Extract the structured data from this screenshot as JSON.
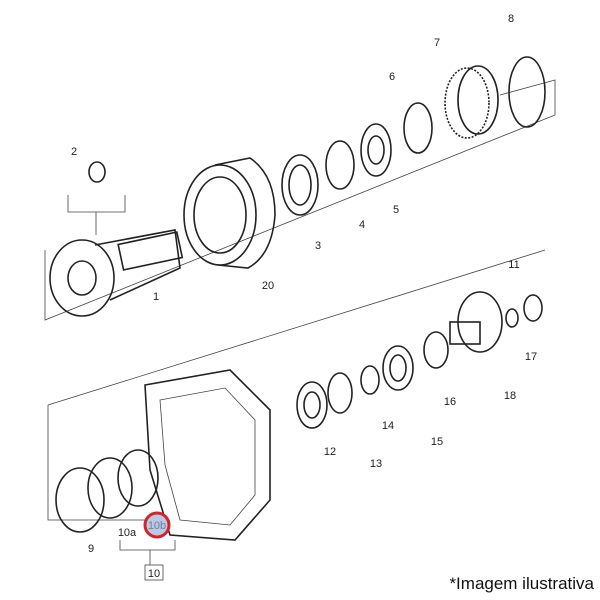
{
  "labels": {
    "p1": "1",
    "p2": "2",
    "p3": "3",
    "p4": "4",
    "p5": "5",
    "p6": "6",
    "p7": "7",
    "p8": "8",
    "p9": "9",
    "p10": "10",
    "p10a": "10a",
    "p10b": "10b",
    "p11": "11",
    "p12": "12",
    "p13": "13",
    "p14": "14",
    "p15": "15",
    "p16": "16",
    "p17": "17",
    "p18": "18",
    "p20": "20"
  },
  "highlight": {
    "label": "10b",
    "ring_color": "#d6222a",
    "fill_color": "#b9c9e3"
  },
  "caption": "*Imagem ilustrativa"
}
